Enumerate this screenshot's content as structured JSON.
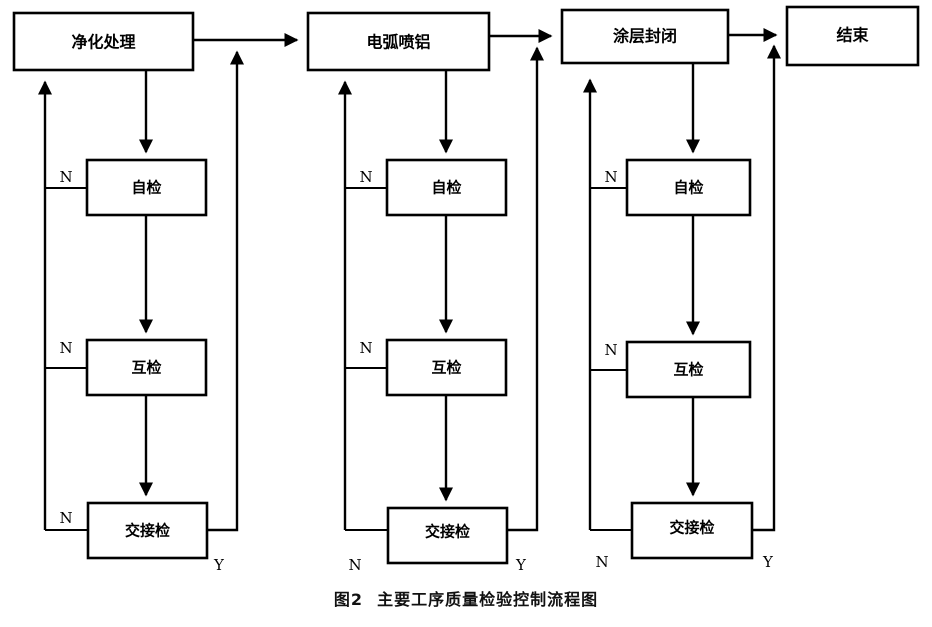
{
  "figure": {
    "caption_number": "图2",
    "caption_text": "主要工序质量检验控制流程图",
    "type": "flowchart",
    "orientation": "left-to-right with vertical inspection loops",
    "ink_color": "#000000",
    "background_color": "#ffffff"
  },
  "stages": [
    {
      "id": "stage-1",
      "process_label": "净化处理",
      "inspections": [
        {
          "id": "self-inspection",
          "label": "自检",
          "reject_label": "N"
        },
        {
          "id": "mutual-inspection",
          "label": "互检",
          "reject_label": "N"
        },
        {
          "id": "handover-inspection",
          "label": "交接检",
          "reject_label": "N",
          "accept_label": "Y"
        }
      ]
    },
    {
      "id": "stage-2",
      "process_label": "电弧喷铝",
      "inspections": [
        {
          "id": "self-inspection",
          "label": "自检",
          "reject_label": "N"
        },
        {
          "id": "mutual-inspection",
          "label": "互检",
          "reject_label": "N"
        },
        {
          "id": "handover-inspection",
          "label": "交接检",
          "reject_label": "N",
          "accept_label": "Y"
        }
      ]
    },
    {
      "id": "stage-3",
      "process_label": "涂层封闭",
      "inspections": [
        {
          "id": "self-inspection",
          "label": "自检",
          "reject_label": "N"
        },
        {
          "id": "mutual-inspection",
          "label": "互检",
          "reject_label": "N"
        },
        {
          "id": "handover-inspection",
          "label": "交接检",
          "reject_label": "N",
          "accept_label": "Y"
        }
      ]
    }
  ],
  "terminal": {
    "id": "end-node",
    "label": "结束"
  }
}
